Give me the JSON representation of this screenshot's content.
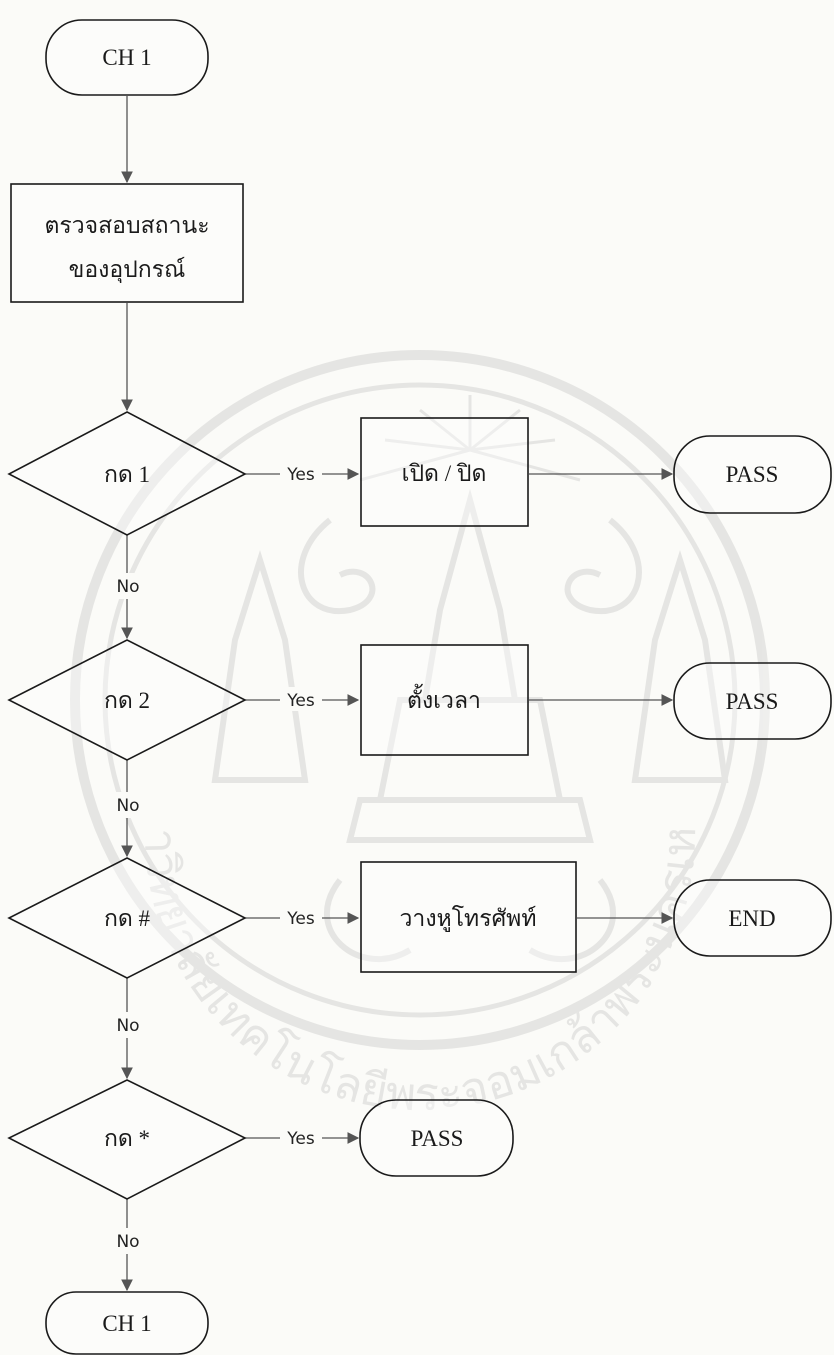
{
  "diagram": {
    "start": {
      "label": "CH 1"
    },
    "check_status": {
      "line1": "ตรวจสอบสถานะ",
      "line2": "ของอุปกรณ์"
    },
    "decision_1": {
      "label": "กด 1"
    },
    "decision_2": {
      "label": "กด 2"
    },
    "decision_hash": {
      "label": "กด #"
    },
    "decision_star": {
      "label": "กด *"
    },
    "action_on_off": {
      "label": "เปิด / ปิด"
    },
    "action_set_time": {
      "label": "ตั้งเวลา"
    },
    "action_hang_up": {
      "label": "วางหูโทรศัพท์"
    },
    "result_pass_1": {
      "label": "PASS"
    },
    "result_pass_2": {
      "label": "PASS"
    },
    "result_end": {
      "label": "END"
    },
    "result_pass_3": {
      "label": "PASS"
    },
    "next_channel": {
      "label": "CH 1"
    },
    "edge_labels": {
      "yes": "Yes",
      "no": "No"
    }
  },
  "watermark": {
    "emblem": "university-seal",
    "text": "มหาวิทยาลัยเทคโนโลยีพระจอมเกล้าพระนครเหนือ",
    "color": "#7a7a7a"
  }
}
